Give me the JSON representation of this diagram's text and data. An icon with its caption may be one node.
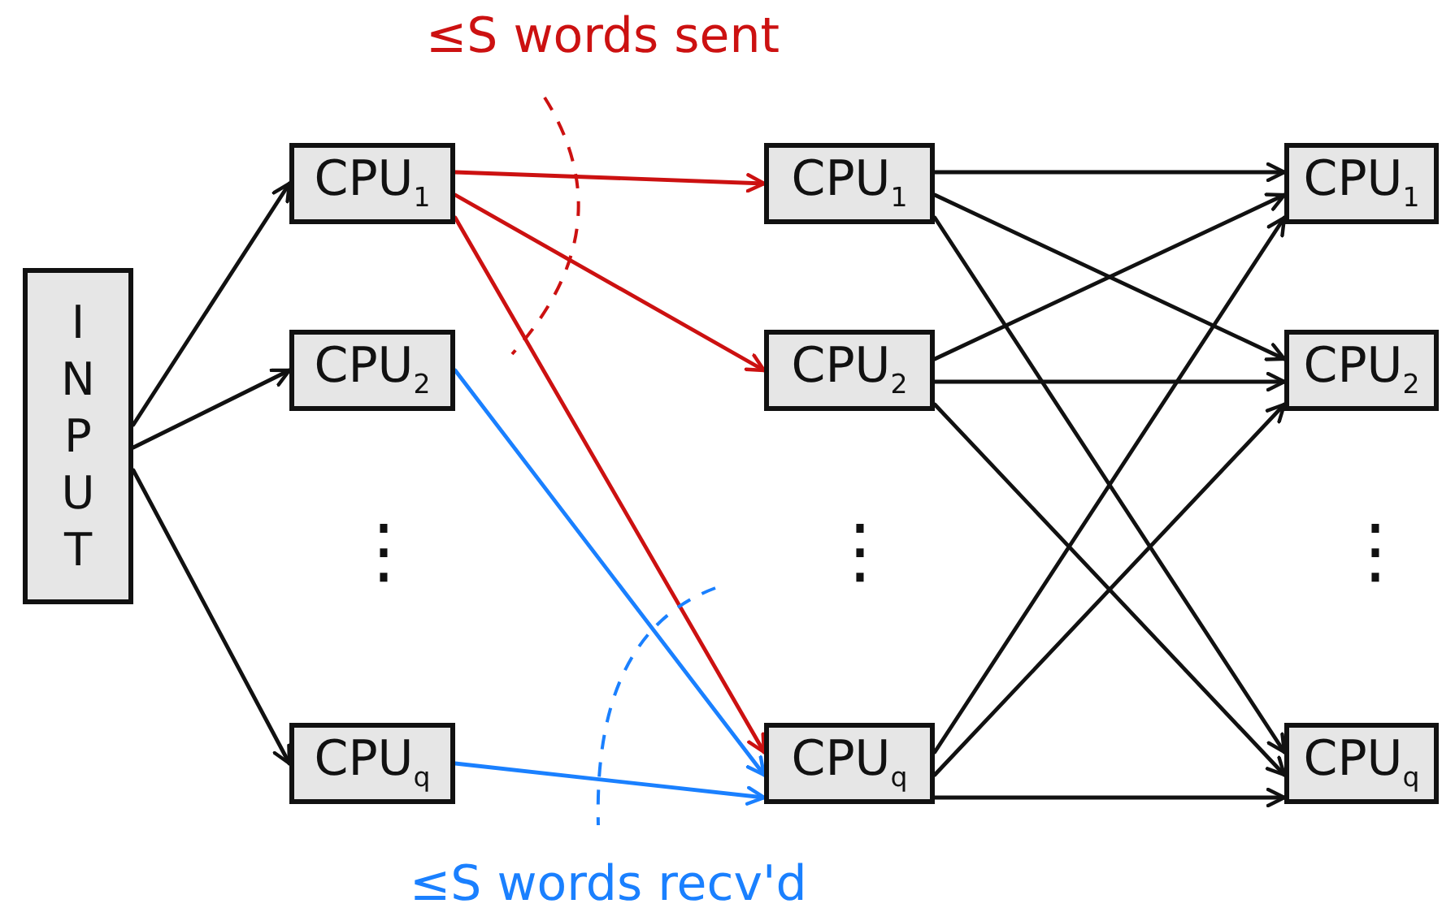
{
  "diagram": {
    "nodes": [
      {
        "text": [
          "INPUT"
        ]
      },
      {
        "text": [
          "CPU$_{1}$"
        ]
      },
      {
        "text": [
          "CPU$_{2}$"
        ]
      },
      {
        "text": [
          "CPU$_{q}$"
        ]
      },
      {
        "text": [
          "CPU$_{1}$"
        ]
      },
      {
        "text": [
          "CPU$_{2}$"
        ]
      },
      {
        "text": [
          "CPU$_{q}$"
        ]
      },
      {
        "text": [
          "CPU$_{1}$"
        ]
      },
      {
        "text": [
          "CPU$_{2}$"
        ]
      },
      {
        "text": [
          "CPU$_{q}$"
        ]
      }
    ],
    "edges": [
      {
        "from": 0,
        "to": 1,
        "arrow": "to"
      },
      {
        "from": 0,
        "to": 2,
        "arrow": "to"
      },
      {
        "from": 0,
        "to": 3,
        "arrow": "to"
      },
      {
        "from": 1,
        "to": 4,
        "arrow": "to",
        "color": "#cc1111"
      },
      {
        "from": 1,
        "to": 5,
        "arrow": "to",
        "color": "#cc1111"
      },
      {
        "from": 1,
        "to": 6,
        "arrow": "to",
        "color": "#cc1111"
      },
      {
        "from": 2,
        "to": 6,
        "arrow": "to",
        "color": "#1a80ff"
      },
      {
        "from": 3,
        "to": 6,
        "arrow": "to",
        "color": "#1a80ff"
      },
      {
        "from": 4,
        "to": 7,
        "arrow": "to"
      },
      {
        "from": 4,
        "to": 8,
        "arrow": "to"
      },
      {
        "from": 4,
        "to": 9,
        "arrow": "to"
      },
      {
        "from": 5,
        "to": 7,
        "arrow": "to"
      },
      {
        "from": 5,
        "to": 8,
        "arrow": "to"
      },
      {
        "from": 5,
        "to": 9,
        "arrow": "to"
      },
      {
        "from": 6,
        "to": 7,
        "arrow": "to"
      },
      {
        "from": 6,
        "to": 8,
        "arrow": "to"
      },
      {
        "from": 6,
        "to": 9,
        "arrow": "to"
      }
    ],
    "labels": [
      "≤S words sent",
      "≤S words recv'd",
      "⋮",
      "⋮",
      "⋮"
    ]
  }
}
